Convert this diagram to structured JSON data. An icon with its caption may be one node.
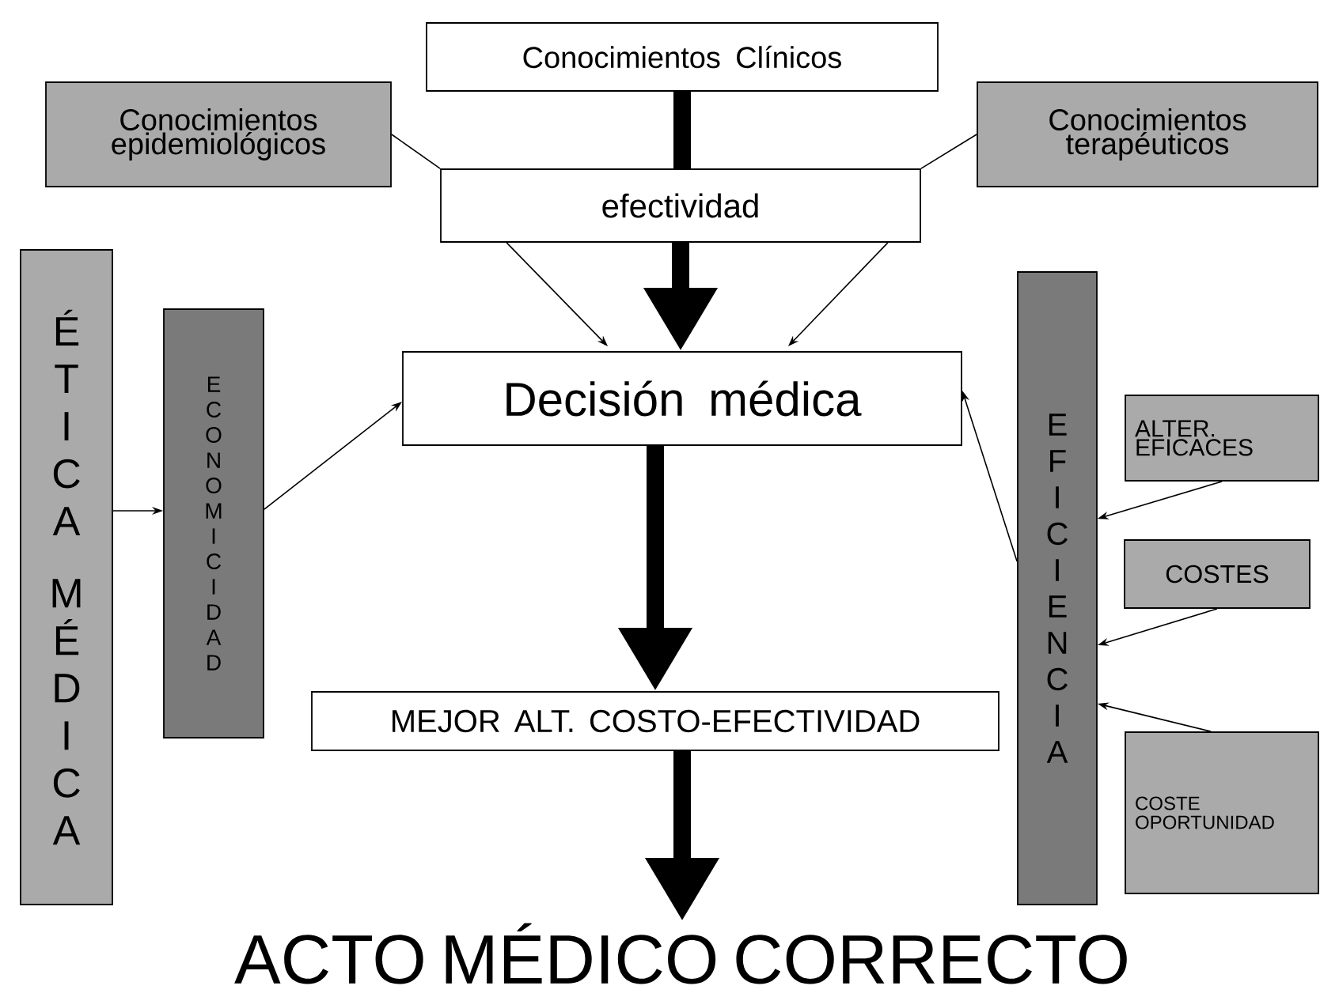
{
  "diagram": {
    "nodes": [
      {
        "text": [
          "Conocimientos Clínicos"
        ]
      },
      {
        "text": [
          "Conocimientos epidemiológicos"
        ]
      },
      {
        "text": [
          "Conocimientos terapéuticos"
        ]
      },
      {
        "text": [
          "efectividad"
        ]
      },
      {
        "text": [
          "ÉTICA MÉDICA"
        ]
      },
      {
        "text": [
          "ECONOMICIDAD"
        ]
      },
      {
        "text": [
          "Decisión médica"
        ]
      },
      {
        "text": [
          "EFICIENCIA"
        ]
      },
      {
        "text": [
          "ALTER. EFICACES"
        ]
      },
      {
        "text": [
          "COSTES"
        ]
      },
      {
        "text": [
          "MEJOR ALT. COSTO-EFECTIVIDAD"
        ]
      },
      {
        "text": [
          "COSTE OPORTUNIDAD"
        ]
      },
      {
        "text": [
          "ACTO MÉDICO CORRECTO"
        ]
      }
    ],
    "edges": [
      {
        "from": 0,
        "to": 3,
        "arrow": "none",
        "style": "thick"
      },
      {
        "from": 3,
        "to": 6,
        "arrow": "to",
        "style": "thick"
      },
      {
        "from": 1,
        "to": 3,
        "arrow": "none"
      },
      {
        "from": 3,
        "to": 6,
        "arrow": "to"
      },
      {
        "from": 2,
        "to": 3,
        "arrow": "none"
      },
      {
        "from": 3,
        "to": 6,
        "arrow": "to"
      },
      {
        "from": 4,
        "to": 5,
        "arrow": "to"
      },
      {
        "from": 5,
        "to": 6,
        "arrow": "to"
      },
      {
        "from": 7,
        "to": 6,
        "arrow": "to"
      },
      {
        "from": 8,
        "to": 7,
        "arrow": "to"
      },
      {
        "from": 9,
        "to": 7,
        "arrow": "to"
      },
      {
        "from": 11,
        "to": 7,
        "arrow": "to"
      },
      {
        "from": 6,
        "to": 10,
        "arrow": "to",
        "style": "thick"
      },
      {
        "from": 10,
        "to": 12,
        "arrow": "to",
        "style": "thick"
      }
    ]
  }
}
